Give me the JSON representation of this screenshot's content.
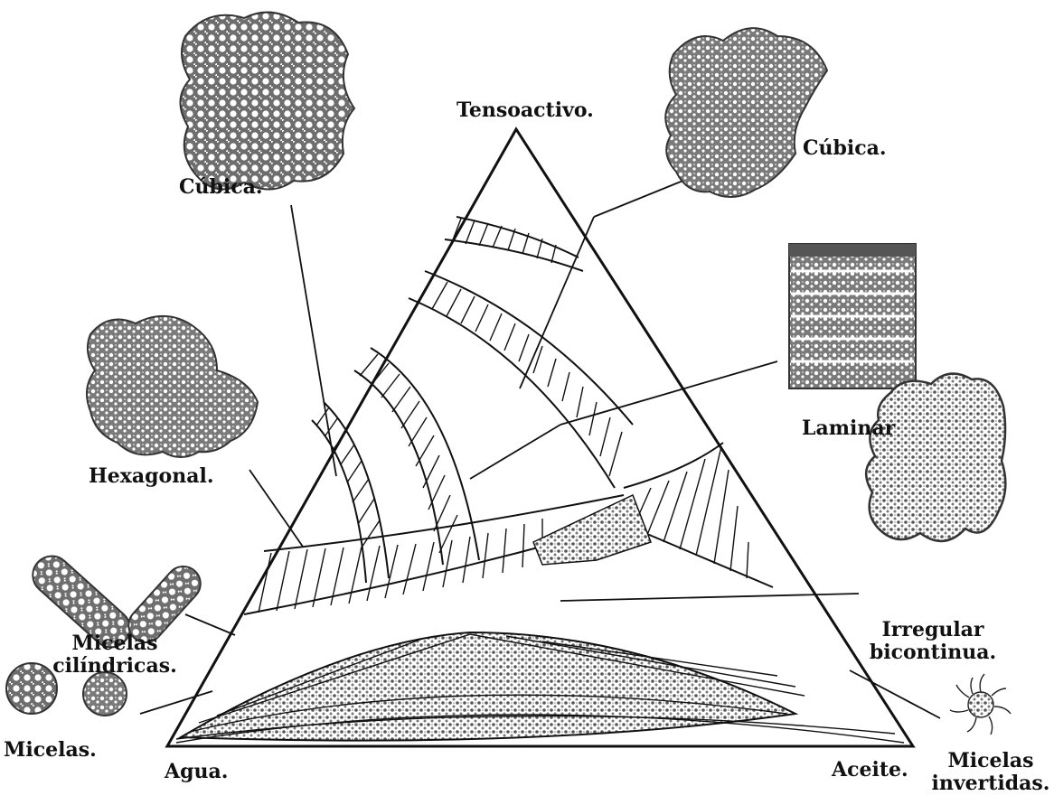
{
  "vertices": {
    "top": "Tensoactivo.",
    "left": "Agua.",
    "right": "Aceite."
  },
  "structures": {
    "cubic_left": "Cúbica.",
    "cubic_right": "Cúbica.",
    "laminar": "Laminar",
    "hexagonal": "Hexagonal.",
    "irregular_line1": "Irregular",
    "irregular_line2": "bicontinua.",
    "cylindrical_line1": "Micelas",
    "cylindrical_line2": "cilíndricas.",
    "micelles": "Micelas.",
    "inverted_line1": "Micelas",
    "inverted_line2": "invertidas."
  },
  "colors": {
    "ink": "#111111",
    "texture": "#6a6a6a",
    "paper": "#ffffff"
  }
}
